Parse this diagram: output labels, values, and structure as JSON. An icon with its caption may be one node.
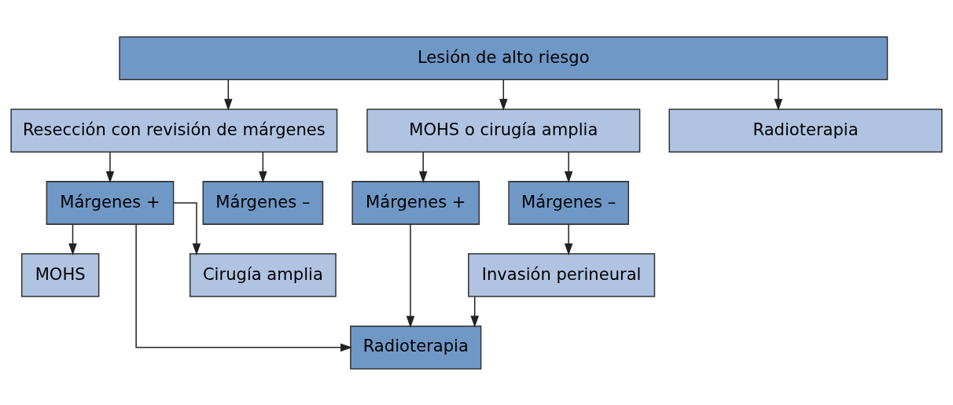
{
  "diagram": {
    "nodes": [
      {
        "text": [
          "Lesión de alto riesgo"
        ]
      },
      {
        "text": [
          "Resección con revisión de márgenes"
        ]
      },
      {
        "text": [
          "MOHS o cirugía amplia"
        ]
      },
      {
        "text": [
          "Radioterapia"
        ]
      },
      {
        "text": [
          "Márgenes +"
        ]
      },
      {
        "text": [
          "Márgenes –"
        ]
      },
      {
        "text": [
          "Márgenes +"
        ]
      },
      {
        "text": [
          "Márgenes –"
        ]
      },
      {
        "text": [
          "MOHS"
        ]
      },
      {
        "text": [
          "Invasión perineural"
        ]
      },
      {
        "text": [
          "Radioterapia"
        ]
      },
      {
        "text": [
          "Cirugía amplia"
        ]
      }
    ],
    "edges": [
      {
        "from": 0,
        "to": 1,
        "arrow": "to"
      },
      {
        "from": 0,
        "to": 2,
        "arrow": "to"
      },
      {
        "from": 0,
        "to": 3,
        "arrow": "to"
      },
      {
        "from": 1,
        "to": 4,
        "arrow": "to"
      },
      {
        "from": 1,
        "to": 5,
        "arrow": "to"
      },
      {
        "from": 2,
        "to": 6,
        "arrow": "to"
      },
      {
        "from": 2,
        "to": 7,
        "arrow": "to"
      },
      {
        "from": 4,
        "to": 8,
        "arrow": "to"
      },
      {
        "from": 4,
        "to": 10,
        "arrow": "to"
      },
      {
        "from": 4,
        "to": 11,
        "arrow": "to"
      },
      {
        "from": 6,
        "to": 10,
        "arrow": "to"
      },
      {
        "from": 7,
        "to": 9,
        "arrow": "to"
      },
      {
        "from": 9,
        "to": 10,
        "arrow": "to"
      }
    ]
  }
}
